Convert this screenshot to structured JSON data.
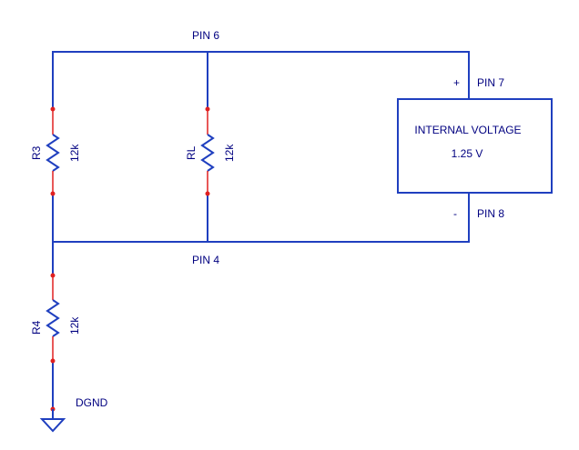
{
  "nodes": {
    "pin6": "PIN 6",
    "pin4": "PIN 4",
    "pin7": "PIN 7",
    "pin8": "PIN 8"
  },
  "source": {
    "title": "INTERNAL VOLTAGE",
    "value": "1.25 V",
    "plus": "+",
    "minus": "-"
  },
  "resistors": {
    "r3": {
      "ref": "R3",
      "value": "12k"
    },
    "rl": {
      "ref": "RL",
      "value": "12k"
    },
    "r4": {
      "ref": "R4",
      "value": "12k"
    }
  },
  "ground": {
    "label": "DGND"
  },
  "colors": {
    "wire": "#1f3fbf",
    "lead": "#e02020",
    "text": "#000080"
  }
}
